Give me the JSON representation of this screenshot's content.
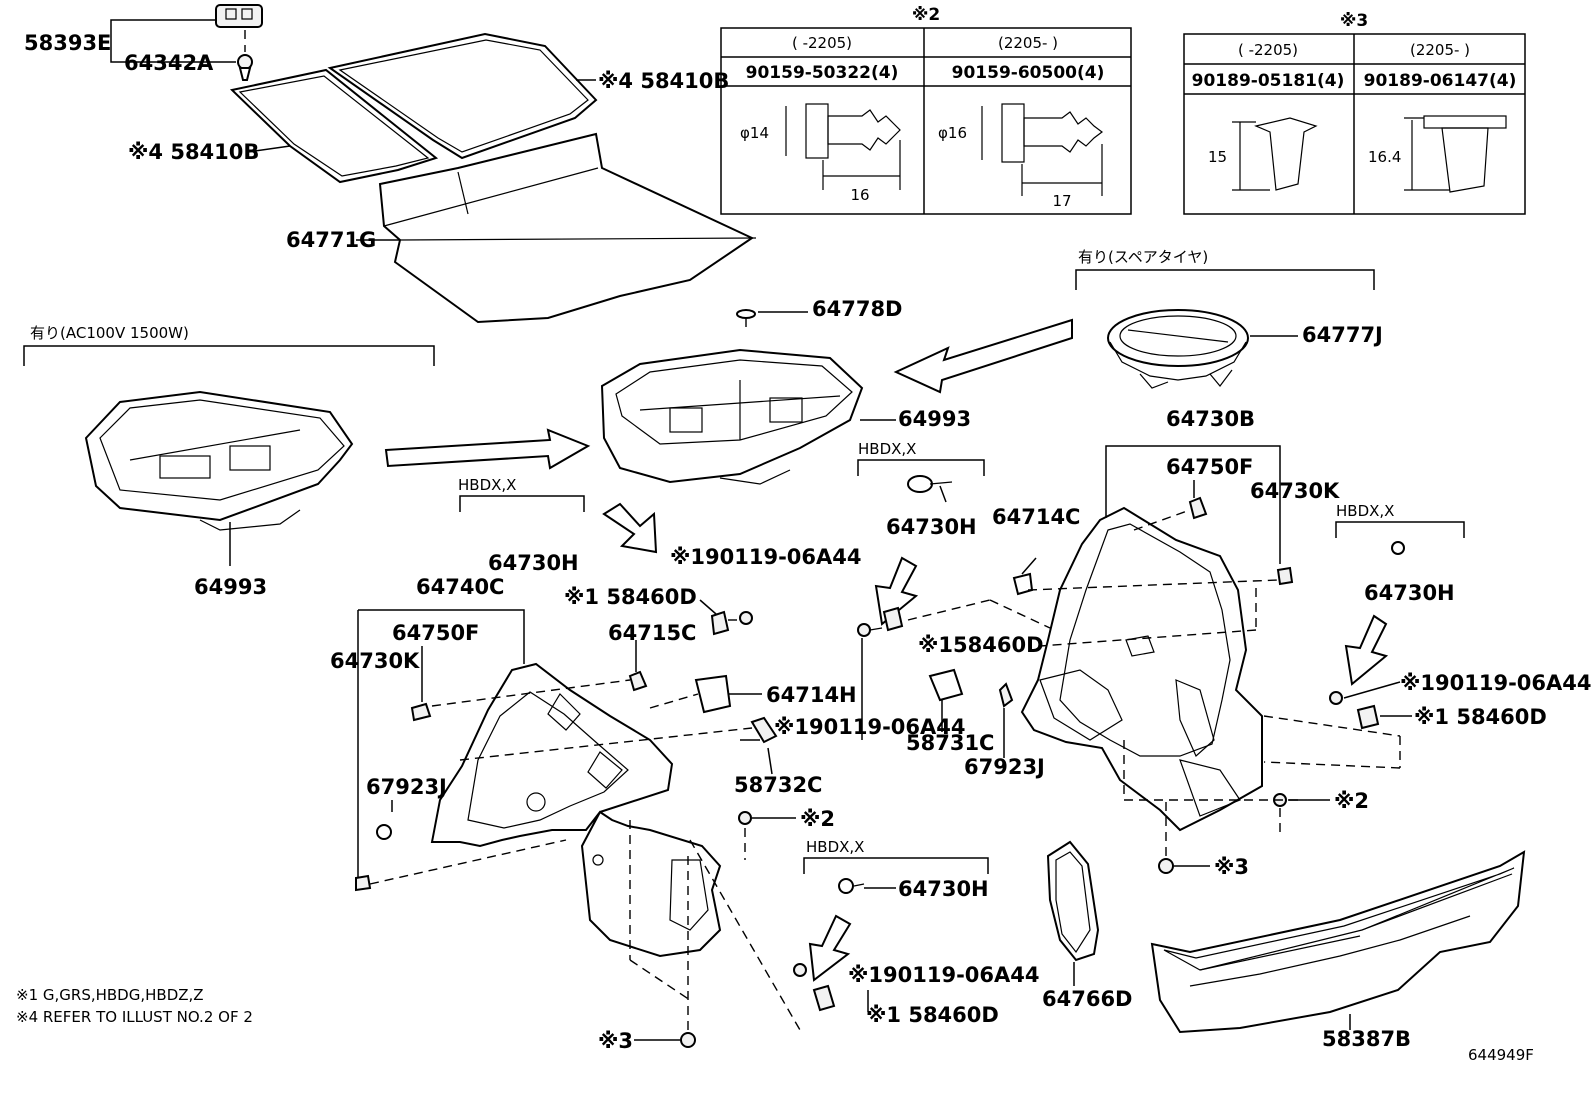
{
  "labels": {
    "p58393E": "58393E",
    "p64342A": "64342A",
    "p58410B_top": "※4 58410B",
    "p58410B_left": "※4 58410B",
    "p64771G": "64771G",
    "p64778D": "64778D",
    "p64993_center": "64993",
    "p64993_left": "64993",
    "p64777J": "64777J",
    "p64730B": "64730B",
    "p64750F_right": "64750F",
    "p64730K_right": "64730K",
    "p64714C": "64714C",
    "p64730H_a": "64730H",
    "p64730H_b": "64730H",
    "p64730H_c": "64730H",
    "p64730H_d": "64730H",
    "p90119_a": "※190119-06A44",
    "p90119_b": "※190119-06A44",
    "p90119_c": "※190119-06A44",
    "p90119_d": "※190119-06A44",
    "p58460D_a": "※1 58460D",
    "p58460D_b": "※158460D",
    "p58460D_c": "※1 58460D",
    "p58460D_d": "※1 58460D",
    "p64740C": "64740C",
    "p64750F_left": "64750F",
    "p64730K_left": "64730K",
    "p64715C": "64715C",
    "p64714H": "64714H",
    "p58732C": "58732C",
    "p67923J_left": "67923J",
    "p67923J_right": "67923J",
    "p58731C": "58731C",
    "p64766D": "64766D",
    "p58387B": "58387B",
    "mark2_a": "※2",
    "mark2_b": "※2",
    "mark3_a": "※3",
    "mark3_b": "※3"
  },
  "groups": {
    "ac100v": "有り(AC100V 1500W)",
    "spare_tire": "有り(スペアタイヤ)",
    "hbdx_1": "HBDX,X",
    "hbdx_2": "HBDX,X",
    "hbdx_3": "HBDX,X",
    "hbdx_4": "HBDX,X"
  },
  "table2": {
    "title": "※2",
    "col1_range": "(      -2205)",
    "col2_range": "(2205-      )",
    "col1_part": "90159-50322(4)",
    "col2_part": "90159-60500(4)",
    "col1_dia": "φ14",
    "col2_dia": "φ16",
    "col1_len": "16",
    "col2_len": "17"
  },
  "table3": {
    "title": "※3",
    "col1_range": "(      -2205)",
    "col2_range": "(2205-      )",
    "col1_part": "90189-05181(4)",
    "col2_part": "90189-06147(4)",
    "col1_len": "15",
    "col2_len": "16.4"
  },
  "notes": {
    "note1": "※1 G,GRS,HBDG,HBDZ,Z",
    "note4": "※4 REFER TO ILLUST NO.2 OF 2"
  },
  "illustration_id": "644949F"
}
